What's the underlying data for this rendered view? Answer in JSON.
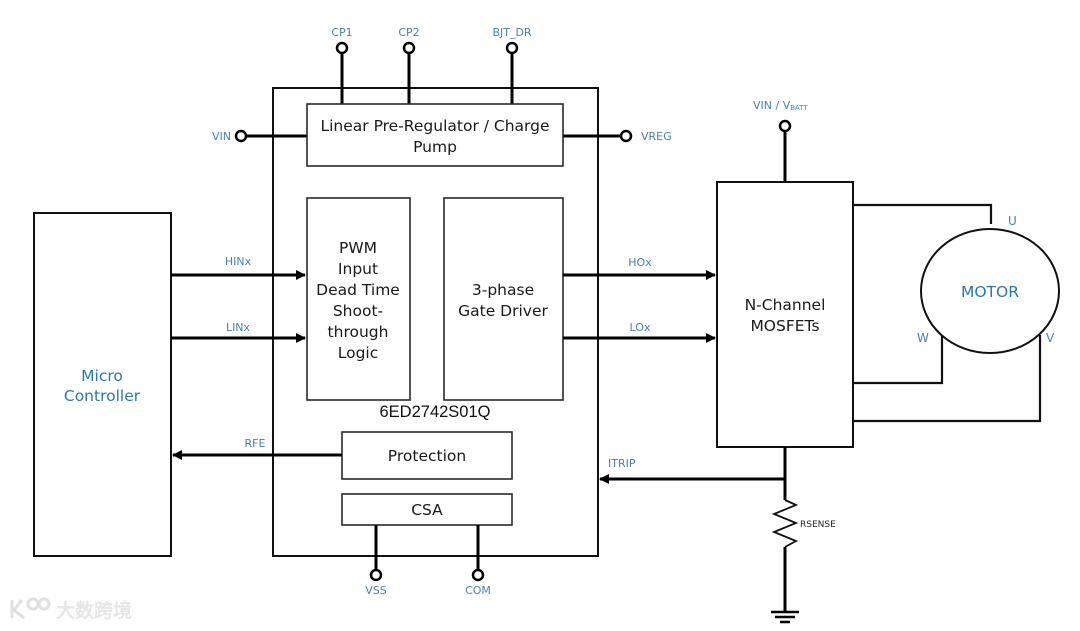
{
  "diagram": {
    "type": "block-diagram",
    "title": "6ED2742S01Q motor driver application diagram",
    "ic": {
      "part_number": "6ED2742S01Q",
      "blocks": {
        "regulator": [
          "Linear Pre-Regulator / Charge",
          "Pump"
        ],
        "pwm_logic": [
          "PWM",
          "Input",
          "Dead Time",
          "Shoot-",
          "through",
          "Logic"
        ],
        "gate_driver": [
          "3-phase",
          "Gate Driver"
        ],
        "protection": "Protection",
        "csa": "CSA"
      },
      "pins": {
        "cp1": "CP1",
        "cp2": "CP2",
        "bjt_dr": "BJT_DR",
        "vin": "VIN",
        "vreg": "VREG",
        "vss": "VSS",
        "com": "COM"
      }
    },
    "microcontroller": [
      "Micro",
      "Controller"
    ],
    "mosfets": [
      "N-Channel",
      "MOSFETs"
    ],
    "motor": {
      "label": "MOTOR",
      "phases": {
        "u": "U",
        "v": "V",
        "w": "W"
      }
    },
    "supply": {
      "main": "VIN / V",
      "subscript": "BATT"
    },
    "signals": {
      "hin": "HINx",
      "lin": "LINx",
      "ho": "HOx",
      "lo": "LOx",
      "rfe": "RFE",
      "itrip": "ITRIP"
    },
    "rsense": "RSENSE",
    "colors": {
      "label_blue": "#4a7fb5",
      "block_blue": "#2e75b6",
      "line": "#000000"
    }
  },
  "watermark": {
    "text": "大数跨境",
    "logo": "kbo-logo-icon"
  }
}
